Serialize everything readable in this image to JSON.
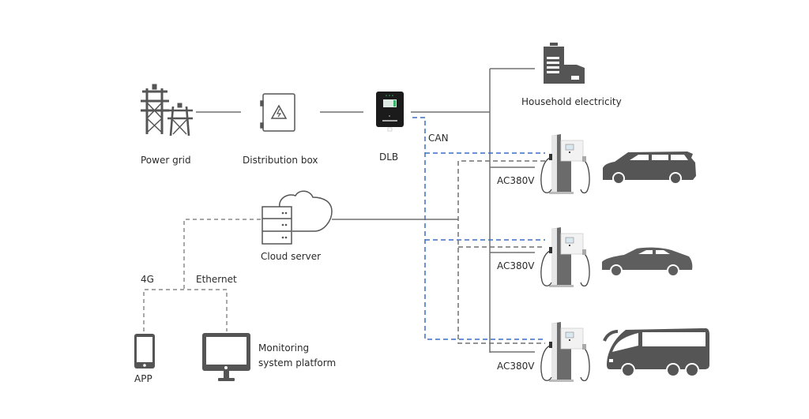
{
  "colors": {
    "icon": "#555555",
    "line_solid": "#707070",
    "line_gray_dashed": "#707070",
    "line_can": "#3a6fc4",
    "text": "#2b2b2b"
  },
  "nodes": {
    "power_grid": {
      "label": "Power grid",
      "icon": "power-tower-icon"
    },
    "distribution_box": {
      "label": "Distribution box",
      "icon": "distribution-box-icon"
    },
    "dlb": {
      "label": "DLB",
      "icon": "dlb-device-icon"
    },
    "household": {
      "label": "Household electricity",
      "icon": "building-icon"
    },
    "cloud_server": {
      "label": "Cloud server",
      "icon": "cloud-server-icon"
    },
    "app": {
      "label": "APP",
      "icon": "smartphone-icon"
    },
    "monitoring": {
      "label_line1": "Monitoring",
      "label_line2": "system platform",
      "icon": "monitor-icon"
    }
  },
  "connections": {
    "can_label": "CAN",
    "fourg_label": "4G",
    "ethernet_label": "Ethernet"
  },
  "chargers": [
    {
      "voltage_label": "AC380V",
      "vehicle": "suv-icon"
    },
    {
      "voltage_label": "AC380V",
      "vehicle": "sedan-icon"
    },
    {
      "voltage_label": "AC380V",
      "vehicle": "bus-icon"
    }
  ]
}
